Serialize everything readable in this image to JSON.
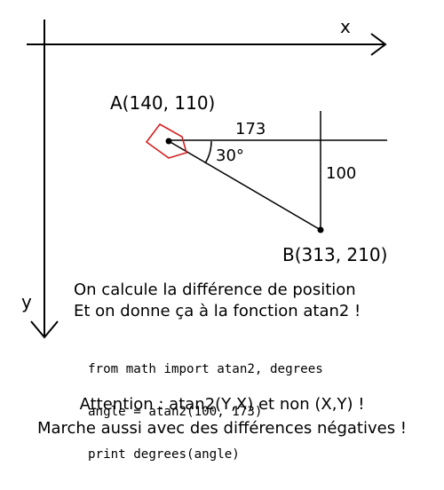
{
  "axes": {
    "x_label": "x",
    "y_label": "y"
  },
  "point_a": {
    "label": "A(140, 110)"
  },
  "point_b": {
    "label": "B(313, 210)"
  },
  "dx_label": "173",
  "dy_label": "100",
  "angle_label": "30°",
  "explanation": [
    "On calcule la différence de position",
    "Et on donne ça à la fonction atan2 !"
  ],
  "code_lines": [
    "from math import atan2, degrees",
    "angle = atan2(100, 173)",
    "print degrees(angle)"
  ],
  "footer": [
    "Attention : atan2(Y,X) et non (X,Y) !",
    "Marche aussi avec des différences négatives !"
  ],
  "colors": {
    "ink": "#000000",
    "ship_outline": "#d42020",
    "background": "#ffffff"
  }
}
